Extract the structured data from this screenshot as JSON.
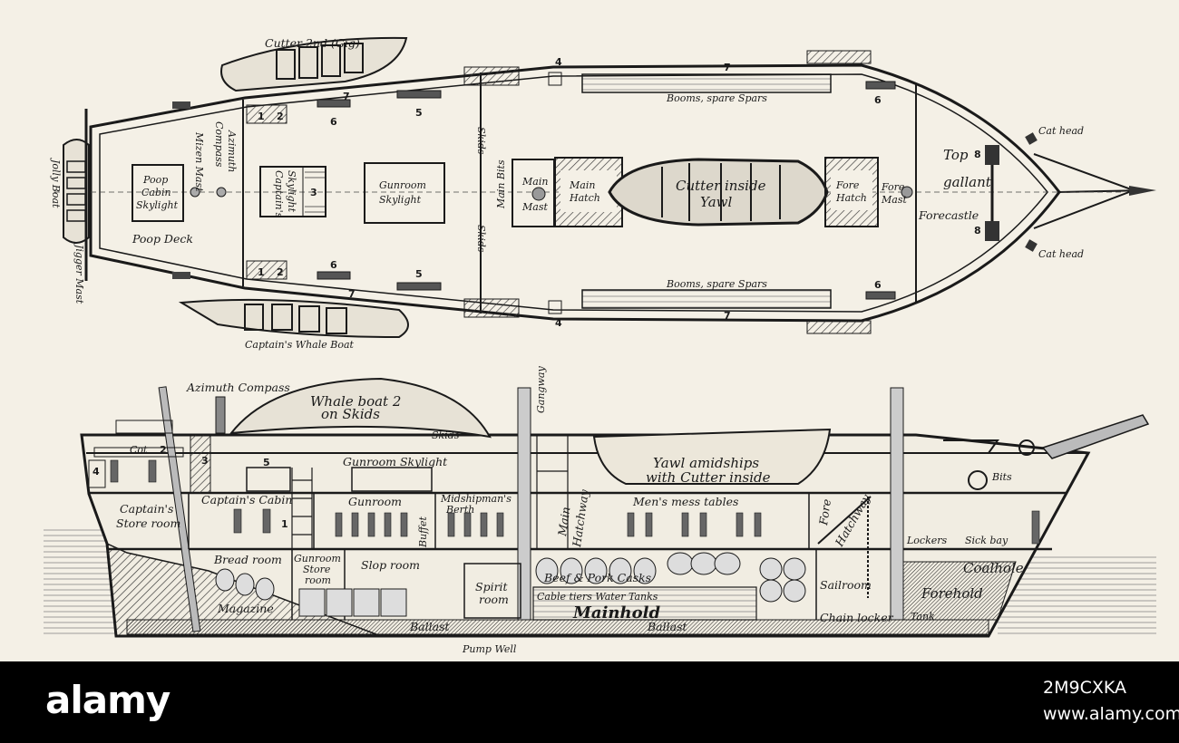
{
  "plan_labels": {
    "cutter_gig": "Cutter 2nd (Gig)",
    "booms_top": "Booms, spare Spars",
    "booms_bottom": "Booms, spare Spars",
    "cat_head_top": "Cat head",
    "cat_head_bottom": "Cat head",
    "top_gallant_1": "Top",
    "top_gallant_2": "gallant",
    "forecastle": "Forecastle",
    "fore_mast_1": "Fore",
    "fore_mast_2": "Mast",
    "fore_hatch_1": "Fore",
    "fore_hatch_2": "Hatch",
    "cutter_inside_1": "Cutter inside",
    "cutter_inside_2": "Yawl",
    "main_hatch_1": "Main",
    "main_hatch_2": "Hatch",
    "main_mast_1": "Main",
    "main_mast_2": "Mast",
    "main_bits": "Main Bits",
    "skids_top": "Skids",
    "skids_bottom": "Skids",
    "gunroom_skylight_1": "Gunroom",
    "gunroom_skylight_2": "Skylight",
    "captains_skylight_1": "Captain's",
    "captains_skylight_2": "Skylight",
    "azimuth_1": "Azimuth",
    "azimuth_2": "Compass",
    "mizen_mast": "Mizen Mast",
    "poop_cabin_1": "Poop",
    "poop_cabin_2": "Cabin",
    "poop_cabin_3": "Skylight",
    "poop_deck": "Poop Deck",
    "jolly_boat": "Jolly Boat",
    "jigger_mast": "Jigger Mast",
    "captains_whale_boat": "Captain's Whale Boat"
  },
  "plan_numbers": {
    "n1a": "1",
    "n2a": "2",
    "n1b": "1",
    "n2b": "2",
    "n3": "3",
    "n4a": "4",
    "n4b": "4",
    "n5a": "5",
    "n5b": "5",
    "n6a": "6",
    "n6b": "6",
    "n6c": "6",
    "n6d": "6",
    "n7a": "7",
    "n7b": "7",
    "n7c": "7",
    "n7d": "7",
    "n8a": "8",
    "n8b": "8"
  },
  "section_labels": {
    "azimuth_compass": "Azimuth Compass",
    "whale_boat_1": "Whale boat 2",
    "whale_boat_2": "on Skids",
    "skids": "Skids",
    "gangway": "Gangway",
    "yawl_1": "Yawl amidships",
    "yawl_2": "with Cutter inside",
    "bits": "Bits",
    "cot": "Cot",
    "gunroom_skylight": "Gunroom Skylight",
    "captains_store_1": "Captain's",
    "captains_store_2": "Store room",
    "captains_cabin": "Captain's Cabin",
    "gunroom": "Gunroom",
    "midshipmans_1": "Midshipman's",
    "midshipmans_2": "Berth",
    "buffet": "Buffet",
    "main_hatchway_1": "Main",
    "main_hatchway_2": "Hatchway",
    "mess_tables": "Men's mess tables",
    "fore_hatchway_1": "Fore",
    "fore_hatchway_2": "Hatchway",
    "lockers": "Lockers",
    "sick_bay": "Sick bay",
    "bread_room": "Bread room",
    "gunroom_store_1": "Gunroom",
    "gunroom_store_2": "Store",
    "gunroom_store_3": "room",
    "slop_room": "Slop room",
    "spirit_1": "Spirit",
    "spirit_2": "room",
    "beef_pork": "Beef & Pork Casks",
    "cable_tiers": "Cable tiers Water Tanks",
    "mainhold": "Mainhold",
    "sailroom": "Sailroom",
    "coalhole": "Coalhole",
    "forehold": "Forehold",
    "chain_locker": "Chain locker",
    "tank": "Tank",
    "magazine": "Magazine",
    "ballast_1": "Ballast",
    "ballast_2": "Ballast",
    "pump_well": "Pump Well",
    "n4": "4",
    "n3": "3",
    "n2": "2",
    "n5": "5",
    "n1": "1"
  },
  "footer": {
    "logo": "alamy",
    "image_id": "2M9CXKA",
    "site": "www.alamy.com"
  }
}
